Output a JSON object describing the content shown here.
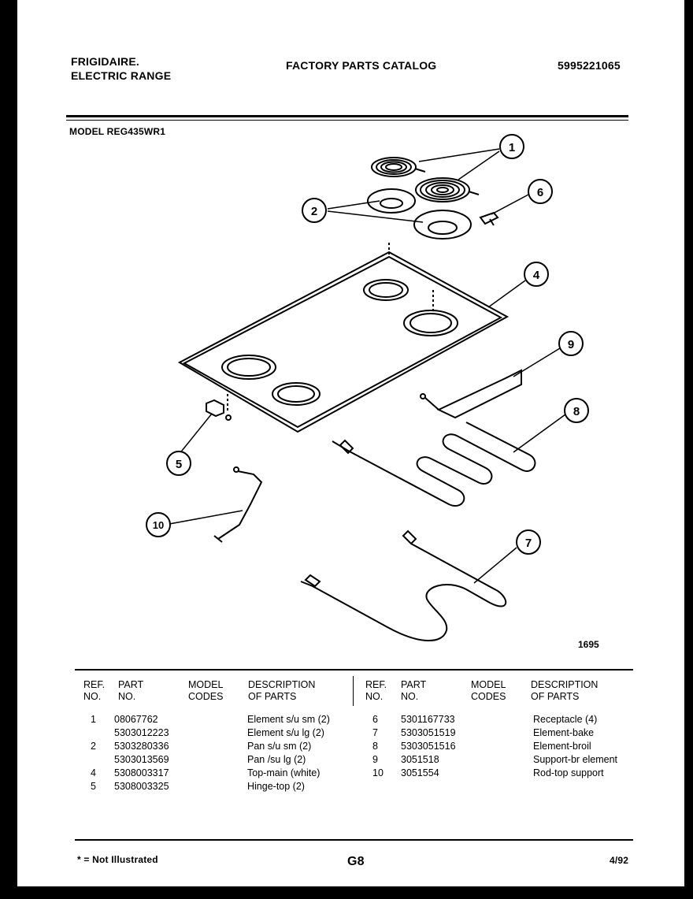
{
  "header": {
    "brand": "FRIGIDAIRE.",
    "product": "ELECTRIC RANGE",
    "catalog_title": "FACTORY PARTS CATALOG",
    "catalog_number": "5995221065",
    "model_label": "MODEL REG435WR1"
  },
  "diagram": {
    "callouts": [
      "1",
      "2",
      "4",
      "5",
      "6",
      "7",
      "8",
      "9",
      "10"
    ],
    "drawing_code": "1695"
  },
  "table": {
    "headers": {
      "ref": [
        "REF.",
        "NO."
      ],
      "part": [
        "PART",
        "NO."
      ],
      "model": [
        "MODEL",
        "CODES"
      ],
      "desc": [
        "DESCRIPTION",
        "OF PARTS"
      ]
    },
    "left_rows": [
      {
        "ref": "1",
        "part": "08067762",
        "desc": "Element s/u sm (2)"
      },
      {
        "ref": "",
        "part": "5303012223",
        "desc": "Element s/u lg (2)"
      },
      {
        "ref": "2",
        "part": "5303280336",
        "desc": "Pan s/u sm (2)"
      },
      {
        "ref": "",
        "part": "5303013569",
        "desc": "Pan /su lg (2)"
      },
      {
        "ref": "4",
        "part": "5308003317",
        "desc": "Top-main (white)"
      },
      {
        "ref": "5",
        "part": "5308003325",
        "desc": "Hinge-top (2)"
      }
    ],
    "right_rows": [
      {
        "ref": "6",
        "part": "5301167733",
        "desc": "Receptacle (4)"
      },
      {
        "ref": "7",
        "part": "5303051519",
        "desc": "Element-bake"
      },
      {
        "ref": "8",
        "part": "5303051516",
        "desc": "Element-broil"
      },
      {
        "ref": "9",
        "part": "3051518",
        "desc": "Support-br element"
      },
      {
        "ref": "10",
        "part": "3051554",
        "desc": "Rod-top support"
      }
    ]
  },
  "footer": {
    "note": "* = Not Illustrated",
    "page": "G8",
    "date": "4/92"
  }
}
